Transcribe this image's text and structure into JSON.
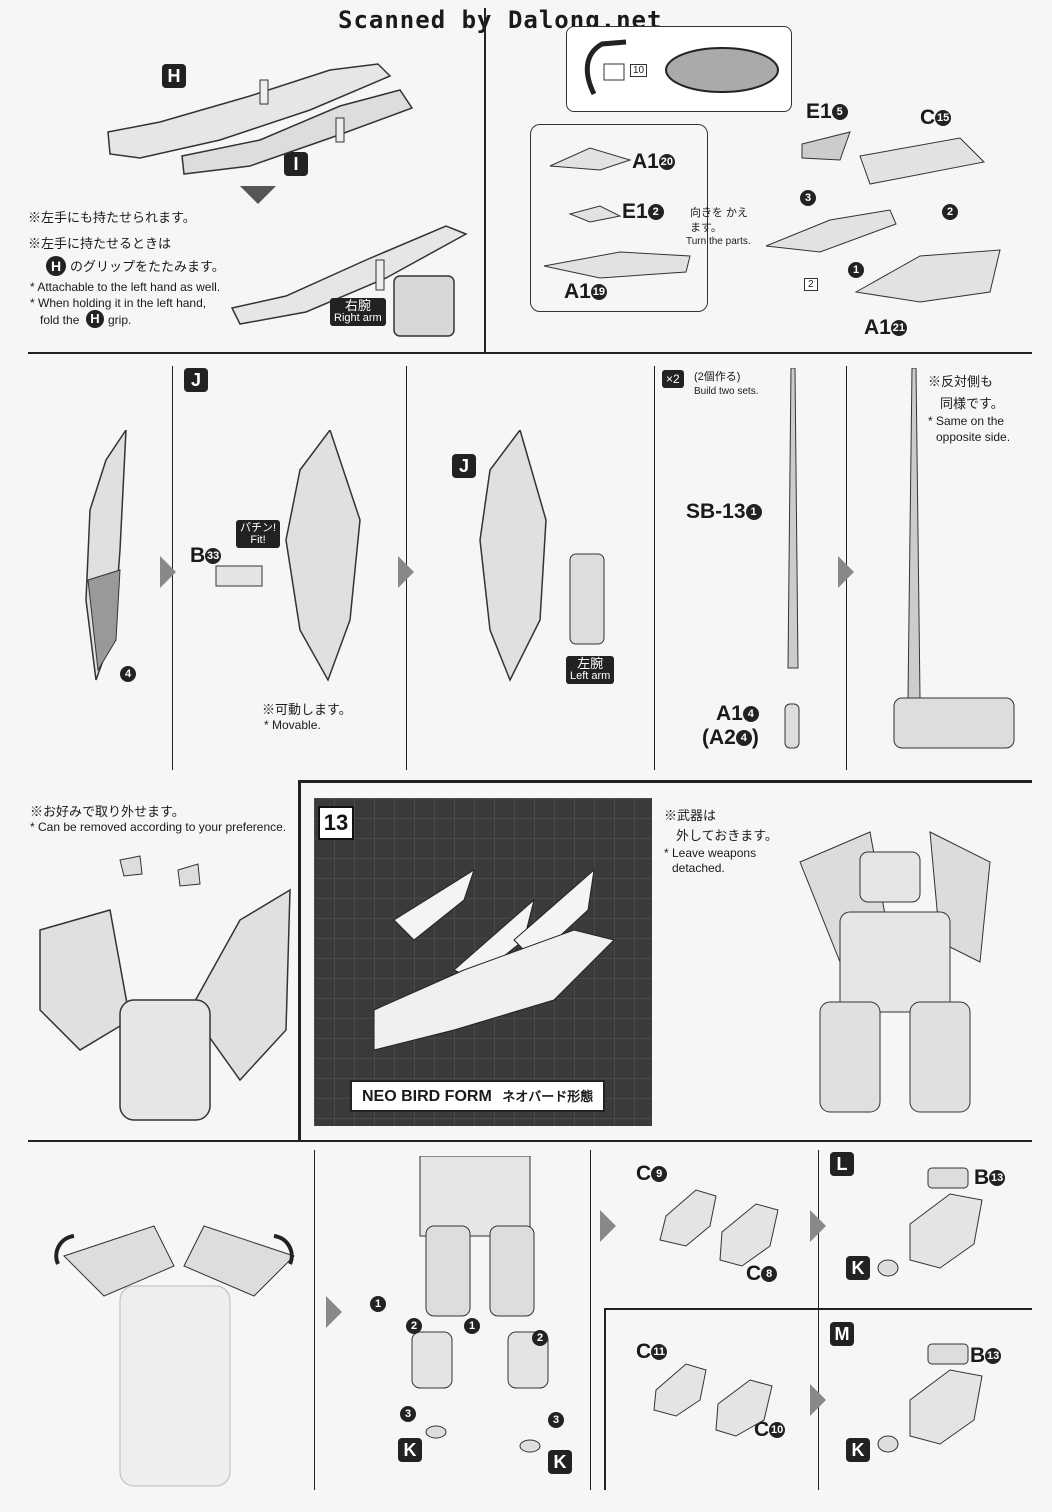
{
  "header": {
    "scan_credit": "Scanned by Dalong.net"
  },
  "step_top_left": {
    "part_h": "H",
    "part_i": "I",
    "note_jp_1": "※左手にも持たせられます。",
    "note_jp_2": "※左手に持たせるときは",
    "note_jp_3": "のグリップをたたみます。",
    "note_en_1": "* Attachable to the left hand as well.",
    "note_en_2": "* When holding it in the left hand,",
    "note_en_3": "fold the",
    "note_en_3b": "grip.",
    "right_arm_jp": "右腕",
    "right_arm_en": "Right arm"
  },
  "step_top_right": {
    "inset_num_10": "10",
    "e1_5_label": "E1",
    "e1_5_num": "5",
    "c_15_label": "C",
    "c_15_num": "15",
    "a1_20_label": "A1",
    "a1_20_num": "20",
    "e1_2_label": "E1",
    "e1_2_num": "2",
    "a1_19_label": "A1",
    "a1_19_num": "19",
    "a1_21_label": "A1",
    "a1_21_num": "21",
    "turn_jp": "向きを かえます。",
    "turn_en": "Turn the parts.",
    "step_1": "1",
    "step_2": "2",
    "step_3": "3",
    "inset_num_2": "2"
  },
  "step_j": {
    "part_j": "J",
    "part_j2": "J",
    "b33_label": "B",
    "b33_num": "33",
    "fit_jp": "パチン!",
    "fit_en": "Fit!",
    "movable_jp": "※可動します。",
    "movable_en": "* Movable.",
    "step_4": "4",
    "left_arm_jp": "左腕",
    "left_arm_en": "Left arm"
  },
  "step_saber": {
    "x2": "×2",
    "build_jp": "(2個作る)",
    "build_en": "Build two sets.",
    "sb13_label": "SB-13",
    "sb13_num": "1",
    "a14_label": "A1",
    "a14_num": "4",
    "a24_label": "(A2",
    "a24_num": "4",
    "a24_close": ")",
    "opposite_jp_1": "※反対側も",
    "opposite_jp_2": "同様です。",
    "opposite_en_1": "* Same on the",
    "opposite_en_2": "opposite side."
  },
  "step_13": {
    "step_number": "13",
    "remove_jp": "※お好みで取り外せます。",
    "remove_en": "* Can be removed according to your preference.",
    "form_en": "NEO BIRD FORM",
    "form_jp": "ネオバード形態",
    "weapons_jp_1": "※武器は",
    "weapons_jp_2": "外しておきます。",
    "weapons_en_1": "* Leave weapons",
    "weapons_en_2": "detached."
  },
  "step_bottom": {
    "c9_label": "C",
    "c9_num": "9",
    "c8_label": "C",
    "c8_num": "8",
    "part_l": "L",
    "b13_label": "B",
    "b13_num": "13",
    "part_k": "K",
    "c11_label": "C",
    "c11_num": "11",
    "c10_label": "C",
    "c10_num": "10",
    "part_m": "M",
    "b13b_label": "B",
    "b13b_num": "13",
    "part_k2": "K",
    "part_k3": "K",
    "part_k4": "K",
    "s1": "1",
    "s2": "2",
    "s3": "3"
  },
  "colors": {
    "ink": "#222222",
    "paper": "#f6f6f6",
    "tone": "#bdbdbd"
  },
  "icons": [
    "down-arrow-icon",
    "right-arrow-icon",
    "rotate-arrow-icon"
  ]
}
